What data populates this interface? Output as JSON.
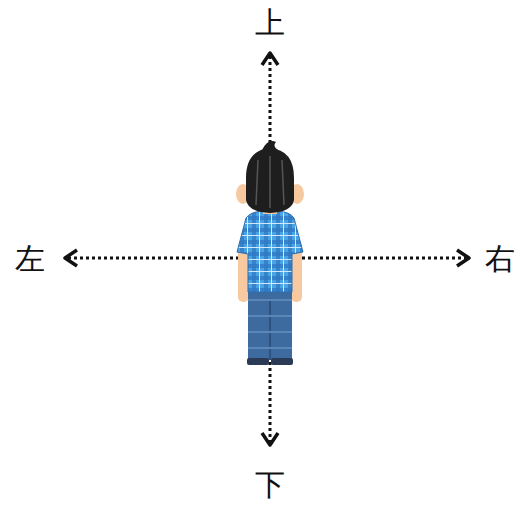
{
  "diagram": {
    "labels": [
      "上",
      "左",
      "右",
      "下"
    ]
  }
}
